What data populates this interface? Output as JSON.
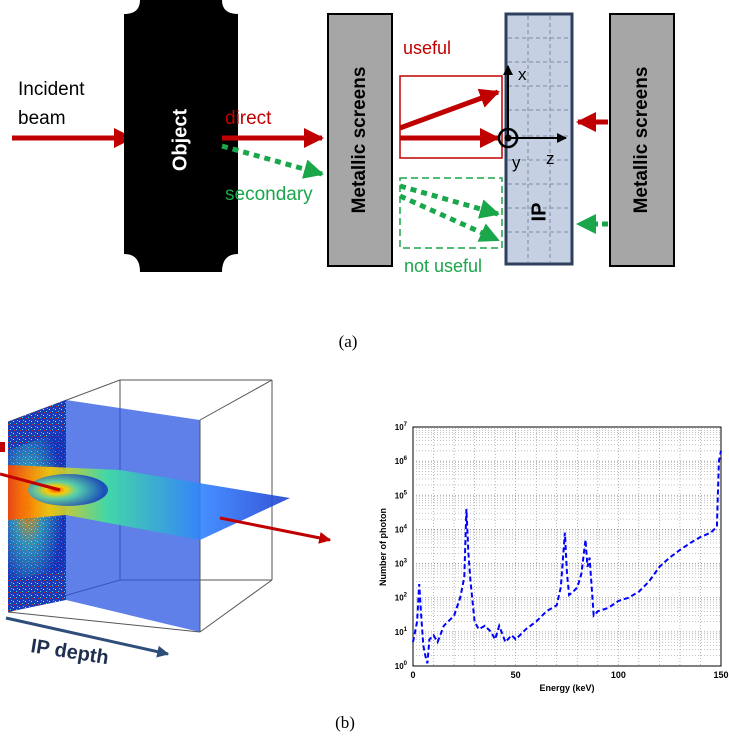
{
  "panel_a": {
    "incident_line1": "Incident",
    "incident_line2": "beam",
    "object_label": "Object",
    "direct_label": "direct",
    "secondary_label": "secondary",
    "screen_left_label": "Metallic screens",
    "screen_right_label": "Metallic screens",
    "useful_label": "useful",
    "not_useful_label": "not useful",
    "ip_label": "IP",
    "axis_x": "x",
    "axis_y": "y",
    "axis_z": "z",
    "caption": "(a)",
    "colors": {
      "red": "#c00000",
      "green": "#1aa64a",
      "ip_fill": "#c5d1e3",
      "ip_border": "#2e3f5e",
      "screen_fill": "#a6a6a6"
    }
  },
  "panel_b": {
    "ip_depth_label": "IP depth",
    "caption": "(b)"
  },
  "chart_data": {
    "type": "line",
    "xlabel": "Energy (keV)",
    "ylabel": "Number of photon",
    "xlim": [
      0,
      150
    ],
    "ylim": [
      1,
      10000000
    ],
    "yscale": "log",
    "grid": true,
    "x_ticks": [
      "0",
      "50",
      "100",
      "150"
    ],
    "y_ticks": [
      "10^0",
      "10^1",
      "10^2",
      "10^3",
      "10^4",
      "10^5",
      "10^6",
      "10^7"
    ],
    "series": [
      {
        "style": "dashed",
        "color": "#0000ff",
        "x": [
          0,
          2,
          3,
          4,
          5,
          6,
          7,
          8,
          10,
          12,
          15,
          20,
          23,
          25,
          26,
          27,
          28,
          30,
          32,
          35,
          38,
          40,
          42,
          45,
          48,
          50,
          55,
          60,
          65,
          70,
          72,
          74,
          75,
          76,
          78,
          80,
          82,
          84,
          85,
          86,
          88,
          90,
          95,
          100,
          105,
          110,
          115,
          120,
          125,
          130,
          135,
          140,
          145,
          148,
          149,
          150
        ],
        "y": [
          5,
          20,
          250,
          30,
          4,
          2,
          1.2,
          6,
          8,
          5,
          15,
          30,
          100,
          400,
          40000,
          2000,
          300,
          20,
          12,
          15,
          10,
          6,
          15,
          5,
          8,
          6,
          12,
          20,
          40,
          60,
          200,
          8000,
          500,
          120,
          150,
          200,
          500,
          5000,
          800,
          1500,
          30,
          40,
          50,
          80,
          100,
          150,
          300,
          800,
          1500,
          2500,
          4000,
          6000,
          8000,
          12000,
          1000000,
          2000000
        ]
      }
    ]
  }
}
